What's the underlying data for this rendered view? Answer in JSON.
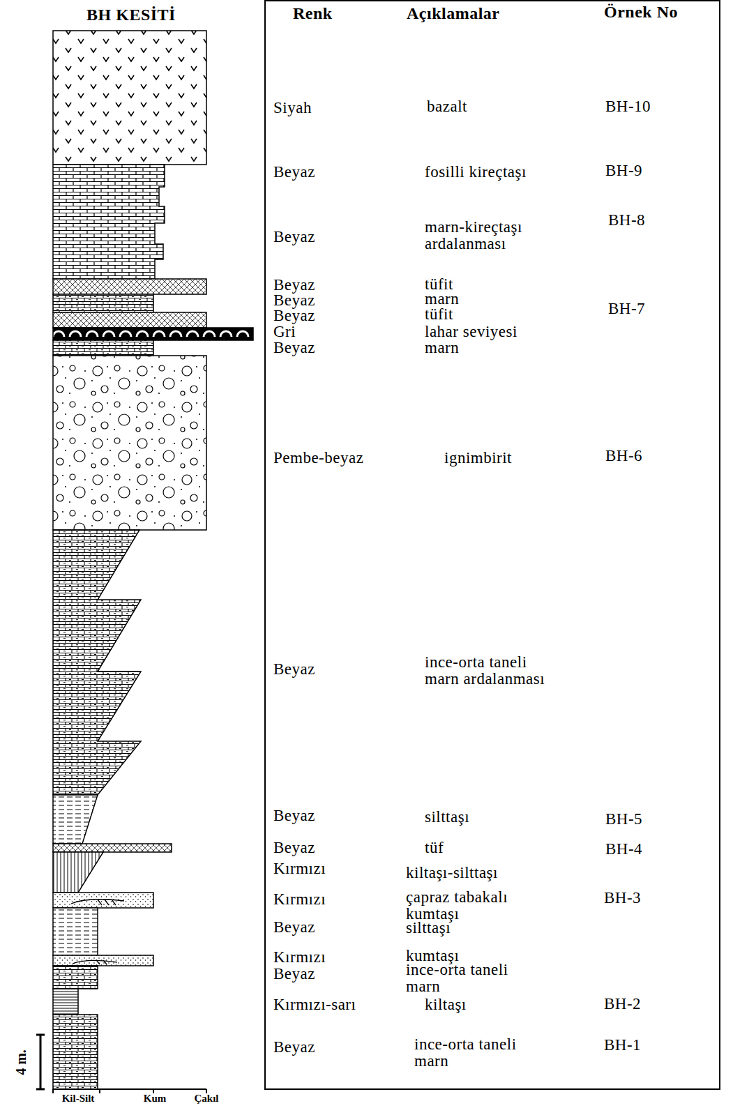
{
  "diagram": {
    "title": "BH KESİTİ",
    "labels": [
      "Renk",
      "Açıklamalar",
      "Örnek No",
      "Siyah",
      "bazalt",
      "BH-10",
      "Beyaz",
      "fosilli kireçtaşı",
      "BH-9",
      "BH-8",
      "Beyaz",
      "marn-kireçtaşı ardalanması",
      "Beyaz",
      "tüfit",
      "Beyaz",
      "marn",
      "BH-7",
      "Beyaz",
      "tüfit",
      "Gri",
      "lahar seviyesi",
      "Beyaz",
      "marn",
      "Pembe-beyaz",
      "ignimbirit",
      "BH-6",
      "Beyaz",
      "ince-orta taneli marn ardalanması",
      "Beyaz",
      "silttaşı",
      "BH-5",
      "Beyaz",
      "tüf",
      "BH-4",
      "Kırmızı",
      "kiltaşı-silttaşı",
      "Kırmızı",
      "çapraz tabakalı kumtaşı",
      "BH-3",
      "Beyaz",
      "silttaşı",
      "Kırmızı",
      "kumtaşı",
      "Beyaz",
      "ince-orta taneli marn",
      "Kırmızı-sarı",
      "kiltaşı",
      "BH-2",
      "Beyaz",
      "ince-orta taneli marn",
      "BH-1",
      "Kil-Silt",
      "Kum",
      "Çakıl",
      "4 m."
    ]
  }
}
